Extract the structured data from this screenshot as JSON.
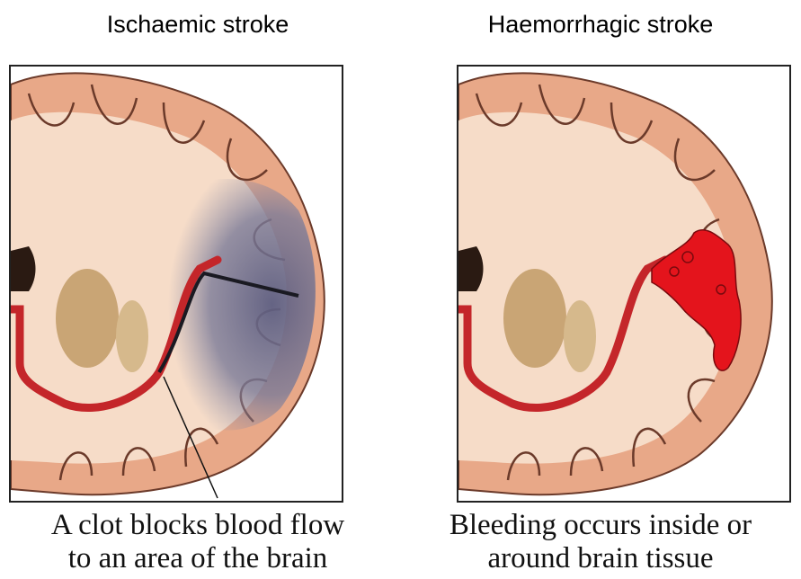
{
  "panels": [
    {
      "title": "Ischaemic stroke",
      "caption_line1": "A clot blocks blood flow",
      "caption_line2": "to an area of the brain"
    },
    {
      "title": "Haemorrhagic stroke",
      "caption_line1": "Bleeding occurs inside or",
      "caption_line2": "around brain tissue"
    }
  ],
  "colors": {
    "cortex": "#e8a888",
    "white_matter": "#f6dcc8",
    "sulcus": "#6b3a2a",
    "ventricle": "#2a1a12",
    "basal_ganglia": "#c9a575",
    "artery": "#c4262a",
    "ischaemic_region": "#6a6a88",
    "blood": "#e4141c"
  }
}
